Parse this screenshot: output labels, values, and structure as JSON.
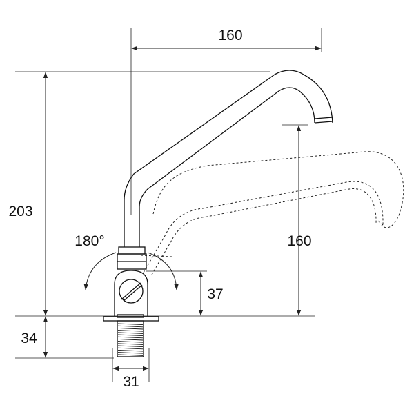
{
  "dimensions": {
    "spout_reach": "160",
    "total_height": "203",
    "spout_height": "160",
    "base_height": "37",
    "thread_length": "34",
    "thread_diameter": "31",
    "rotation_angle": "180°"
  },
  "colors": {
    "line": "#111111",
    "background": "#ffffff"
  }
}
